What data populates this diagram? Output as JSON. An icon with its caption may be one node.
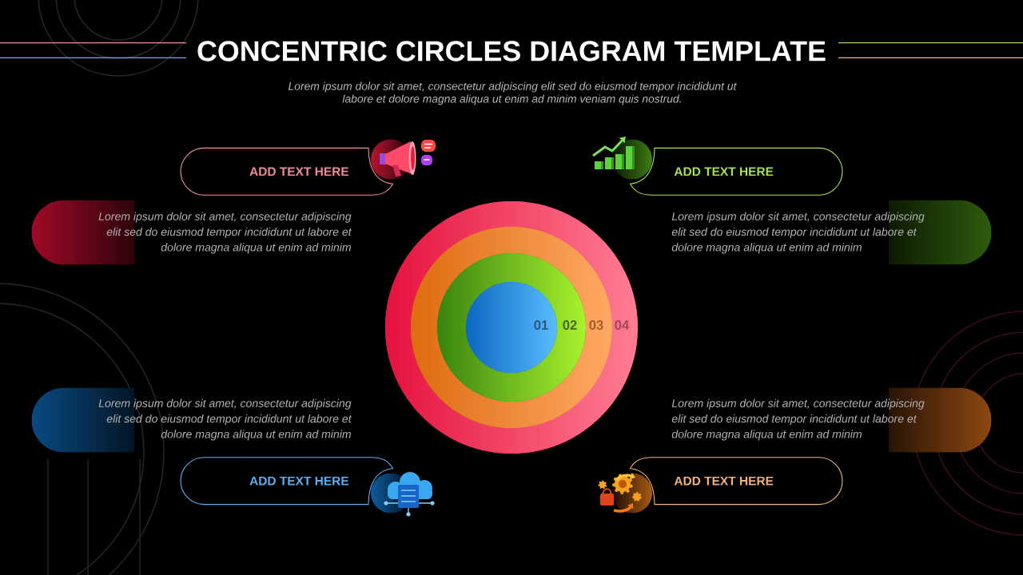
{
  "diagram": {
    "title": "CONCENTRIC CIRCLES DIAGRAM TEMPLATE",
    "nodes": [
      {
        "text": [
          "ADD TEXT HERE"
        ]
      },
      {
        "text": [
          "ADD TEXT HERE"
        ]
      },
      {
        "text": [
          "Lorem ipsum dolor sit amet, consectetur adipiscing elit sed do eiusmod tempor incididunt ut labore et dolore magna aliqua ut enim ad minim"
        ]
      },
      {
        "text": [
          "Lorem ipsum dolor sit amet, consectetur adipiscing elit sed do eiusmod tempor incididunt ut labore et dolore magna aliqua ut enim ad minim"
        ]
      },
      {
        "text": [
          "04"
        ]
      },
      {
        "text": [
          "03"
        ],
        "in": 4
      },
      {
        "text": [
          "02"
        ],
        "in": 5
      },
      {
        "text": [
          "01"
        ],
        "in": 6
      },
      {
        "text": [
          "Lorem ipsum dolor sit amet, consectetur adipiscing elit sed do eiusmod tempor incididunt ut labore et dolore magna aliqua ut enim ad minim"
        ]
      },
      {
        "text": [
          "Lorem ipsum dolor sit amet, consectetur adipiscing elit sed do eiusmod tempor incididunt ut labore et dolore magna aliqua ut enim ad minim"
        ]
      },
      {
        "text": [
          "ADD TEXT HERE"
        ]
      },
      {
        "text": [
          "ADD TEXT HERE"
        ]
      }
    ],
    "labels": [
      "Lorem ipsum dolor sit amet, consectetur adipiscing elit sed do eiusmod tempor incididunt ut labore et dolore magna aliqua ut enim ad minim veniam quis nostrud."
    ]
  }
}
